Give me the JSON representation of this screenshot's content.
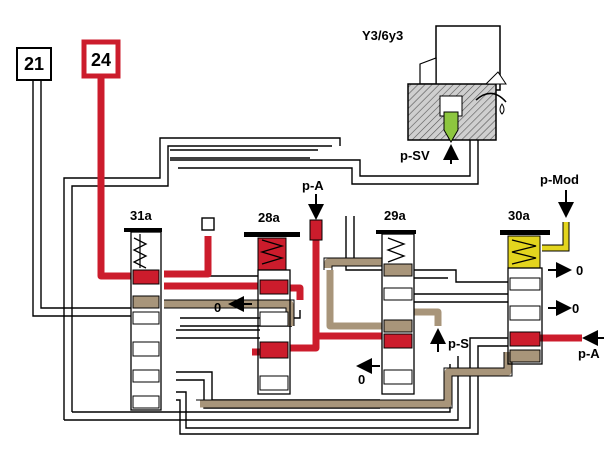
{
  "boxes": {
    "box21": "21",
    "box24": "24"
  },
  "solenoid": {
    "label": "Y3/6y3",
    "pressure_label": "p-SV"
  },
  "valves": {
    "v31a": "31a",
    "v28a": "28a",
    "v29a": "29a",
    "v30a": "30a"
  },
  "pressures": {
    "pA_top": "p-A",
    "pMod": "p-Mod",
    "pS": "p-S",
    "pA_right": "p-A"
  },
  "exhausts": {
    "ex_28a": "0",
    "ex_30a_upper": "0",
    "ex_30a_lower": "0",
    "ex_29a": "0"
  },
  "colors": {
    "pressure_red": "#cc1c2c",
    "modulating_brown": "#a8957a",
    "mod_yellow": "#e3d51e",
    "solenoid_green": "#8dc63f",
    "line_black": "#000000",
    "housing_gray": "#bdbdbd"
  }
}
